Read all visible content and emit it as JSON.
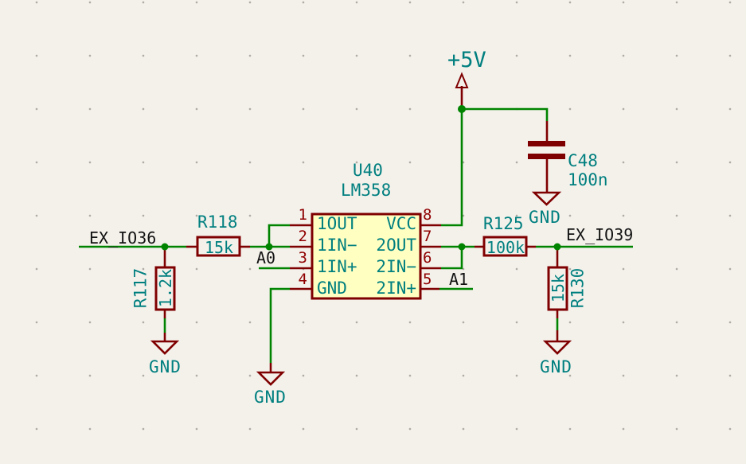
{
  "colors": {
    "background": "#F4F1EB",
    "grid_dot": "#ADAAA4",
    "wire_green": "#008400",
    "device_outline_dark_red": "#7F0000",
    "pin_number_red": "#8F0000",
    "field_text_teal": "#007F7F",
    "net_label_black": "#131313",
    "ic_body_fill": "#FFFFC2"
  },
  "components": {
    "u40": {
      "ref": "U40",
      "value": "LM358",
      "pins_left": [
        {
          "num": "1",
          "name": "1OUT"
        },
        {
          "num": "2",
          "name": "1IN−"
        },
        {
          "num": "3",
          "name": "1IN+"
        },
        {
          "num": "4",
          "name": "GND"
        }
      ],
      "pins_right": [
        {
          "num": "8",
          "name": "VCC"
        },
        {
          "num": "7",
          "name": "2OUT"
        },
        {
          "num": "6",
          "name": "2IN−"
        },
        {
          "num": "5",
          "name": "2IN+"
        }
      ]
    },
    "r117": {
      "ref": "R117",
      "value": "1.2k"
    },
    "r118": {
      "ref": "R118",
      "value": "15k"
    },
    "r125": {
      "ref": "R125",
      "value": "100k"
    },
    "r130": {
      "ref": "R130",
      "value": "15k"
    },
    "c48": {
      "ref": "C48",
      "value": "100n"
    }
  },
  "power": {
    "vcc_label": "+5V",
    "gnd_label": "GND"
  },
  "net_labels": {
    "ex_io36": "EX_IO36",
    "ex_io39": "EX_IO39",
    "a0": "A0",
    "a1": "A1"
  }
}
